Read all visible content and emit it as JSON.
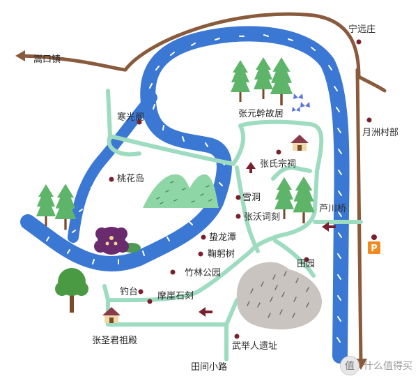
{
  "labels": {
    "ningyuan": "宁远庄",
    "songkou": "嵩口镇",
    "hanguang": "寒光阁",
    "zhangyuan": "张元幹故居",
    "yuezhou": "月洲村部",
    "zhangshi": "张氏宗祠",
    "taohua": "桃花岛",
    "xuedong": "雪洞",
    "zhangwo": "张沃词刻",
    "luchuan": "芦川桥",
    "zhelong": "蛰龙潭",
    "jugong": "鞠躬树",
    "zhulin": "竹林公园",
    "tianyuan": "田园",
    "diaotai": "钓台",
    "moya": "摩崖石刻",
    "zhangsheng": "张圣君祖殿",
    "wuju": "武举人遗址",
    "tianjian": "田间小路"
  },
  "icons": {
    "parking": "P",
    "tree": "tree-icon",
    "house": "house-icon",
    "flower": "flower-icon",
    "butterfly": "butterfly-icon"
  },
  "watermark": {
    "badge": "值",
    "text": "什么值得买"
  },
  "colors": {
    "river": "#3b78d4",
    "river_mark": "#ffffff",
    "path": "#9ddcc0",
    "road": "#8a5a3c",
    "hill": "#8fd6a6",
    "tree": "#5eb56a",
    "trunk": "#7a4a2a",
    "marker": "#7a1f2e",
    "field": "#c9c4bf",
    "flower": "#6a2a6e",
    "butterfly": "#5a76d6",
    "parking": "#ee8a1e"
  }
}
